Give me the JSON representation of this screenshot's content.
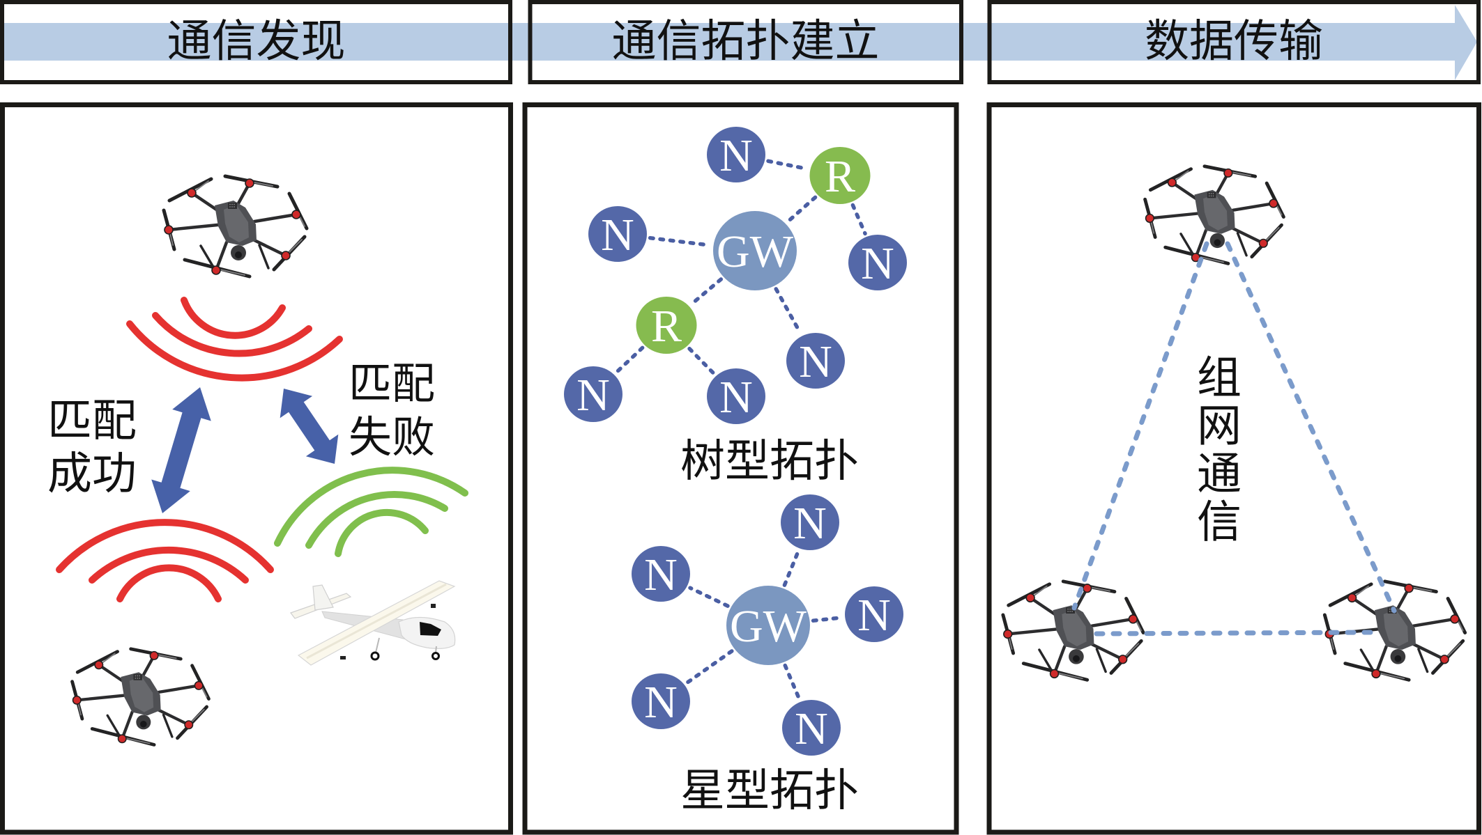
{
  "header": {
    "stages": [
      {
        "label": "通信发现"
      },
      {
        "label": "通信拓扑建立"
      },
      {
        "label": "数据传输"
      }
    ]
  },
  "discovery_panel": {
    "match_success": {
      "lines": [
        "匹配",
        "成功"
      ]
    },
    "match_failure": {
      "lines": [
        "匹配",
        "失败"
      ]
    }
  },
  "topology_panel": {
    "tree": {
      "caption": "树型拓扑",
      "nodes": [
        "N",
        "R",
        "N",
        "GW",
        "N",
        "R",
        "N",
        "N",
        "N"
      ],
      "edges": [
        [
          0,
          1
        ],
        [
          1,
          3
        ],
        [
          1,
          4
        ],
        [
          2,
          3
        ],
        [
          3,
          5
        ],
        [
          3,
          6
        ],
        [
          5,
          7
        ],
        [
          5,
          8
        ]
      ]
    },
    "star": {
      "caption": "星型拓扑",
      "nodes": [
        "GW",
        "N",
        "N",
        "N",
        "N",
        "N"
      ],
      "edges": [
        [
          0,
          1
        ],
        [
          0,
          2
        ],
        [
          0,
          3
        ],
        [
          0,
          4
        ],
        [
          0,
          5
        ]
      ]
    }
  },
  "transfer_panel": {
    "label": "组网通信"
  },
  "icons": {
    "drone": "hexacopter-drone-icon",
    "plane": "fixed-wing-uav-icon",
    "signal": "signal-wave-icon",
    "pairing": "double-headed-arrow-icon",
    "process": "process-flow-arrow-icon"
  },
  "colors": {
    "header_band": "#b8cce4",
    "frame": "#1b1a17",
    "signal_matched": "#e53230",
    "signal_unmatched": "#80bf4d",
    "pairing_arrow": "#4761a8",
    "link": "#4a5ea3",
    "mesh_link": "#7b9bcb",
    "node_fill": {
      "N": "#5468a8",
      "R": "#86bb4f",
      "GW": "#7b97c0"
    }
  }
}
